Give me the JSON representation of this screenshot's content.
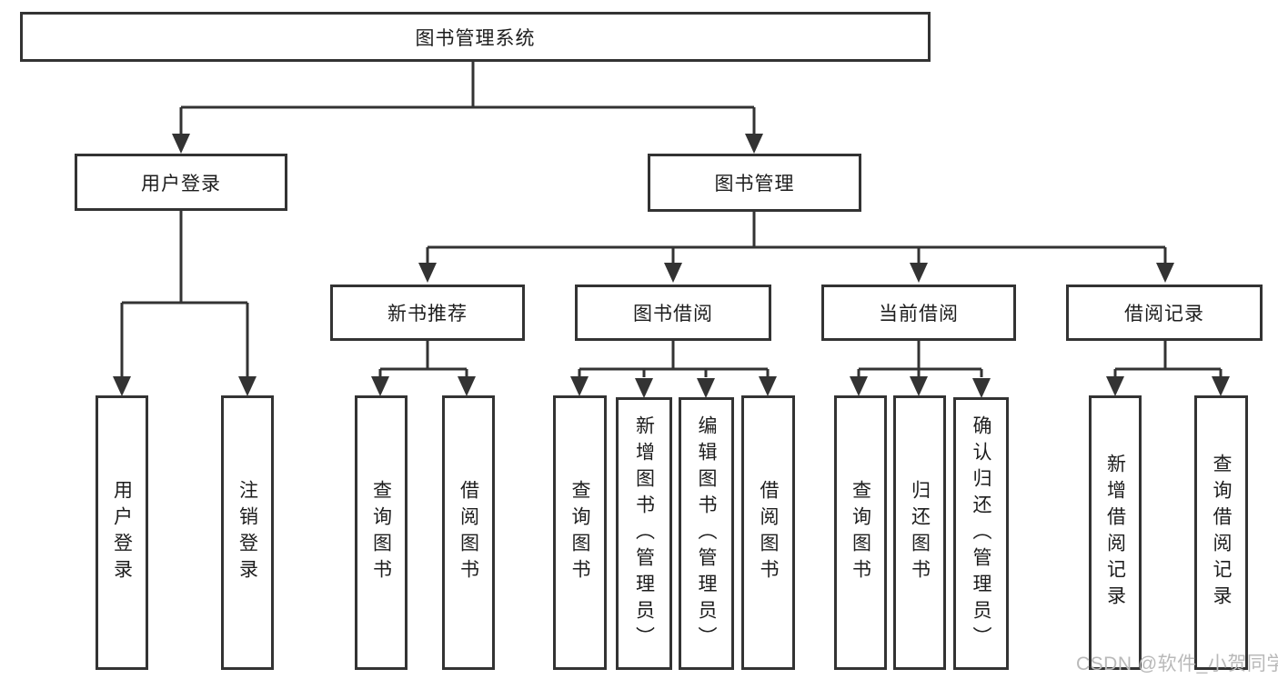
{
  "nodes": {
    "root": "图书管理系统",
    "user_login": "用户登录",
    "book_mgmt": "图书管理",
    "login_children": [
      "用户登录",
      "注销登录"
    ],
    "mgmt_children": [
      "新书推荐",
      "图书借阅",
      "当前借阅",
      "借阅记录"
    ],
    "new_book_children": [
      "查询图书",
      "借阅图书"
    ],
    "borrow_children": [
      "查询图书",
      "新增图书（管理员）",
      "编辑图书（管理员）",
      "借阅图书"
    ],
    "current_children": [
      "查询图书",
      "归还图书",
      "确认归还（管理员）"
    ],
    "record_children": [
      "新增借阅记录",
      "查询借阅记录"
    ]
  },
  "watermark": "CSDN @软件_小贺同学",
  "colors": {
    "line": "#333333",
    "text": "#1d1d1d",
    "watermark": "#b9b9b9",
    "background": "#ffffff"
  }
}
